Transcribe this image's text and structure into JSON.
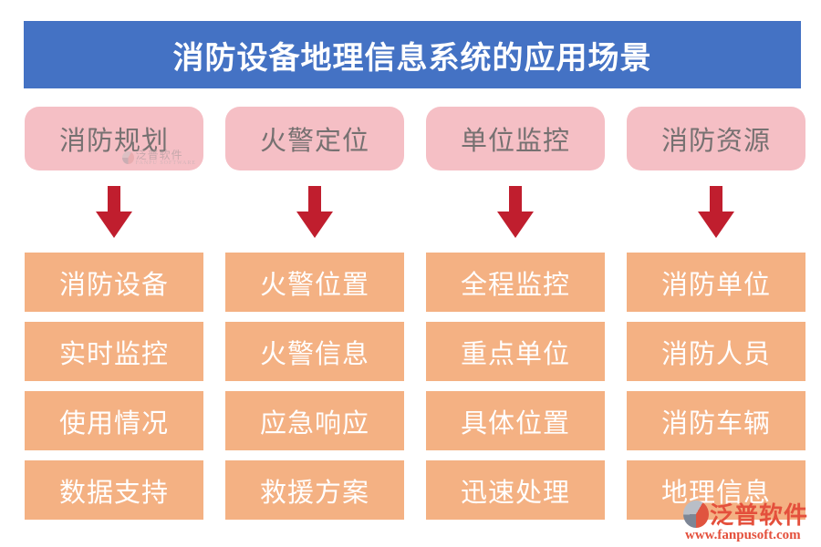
{
  "title": "消防设备地理信息系统的应用场景",
  "columns": [
    {
      "header": "消防规划",
      "items": [
        "消防设备",
        "实时监控",
        "使用情况",
        "数据支持"
      ]
    },
    {
      "header": "火警定位",
      "items": [
        "火警位置",
        "火警信息",
        "应急响应",
        "救援方案"
      ]
    },
    {
      "header": "单位监控",
      "items": [
        "全程监控",
        "重点单位",
        "具体位置",
        "迅速处理"
      ]
    },
    {
      "header": "消防资源",
      "items": [
        "消防单位",
        "消防人员",
        "消防车辆",
        "地理信息"
      ]
    }
  ],
  "watermark": {
    "brand": "泛普软件",
    "brand_en": "FANPU SOFTWARE",
    "url": "www.fanpusoft.com"
  },
  "colors": {
    "header_bg": "#4472C4",
    "category_bg": "#F5BFC5",
    "category_text": "#767171",
    "item_bg": "#F4B183",
    "item_text": "#FFFFFF",
    "arrow": "#C01E2E",
    "brand_red": "#E4503C"
  }
}
